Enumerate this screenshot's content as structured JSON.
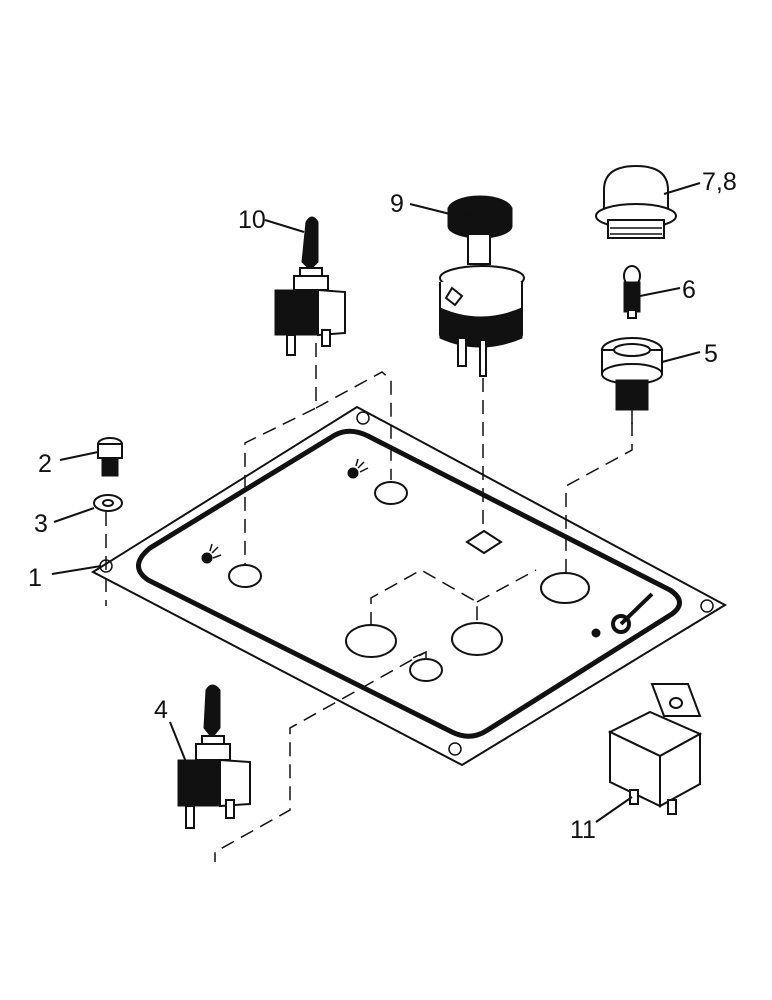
{
  "callouts": [
    {
      "id": "1",
      "label": "1"
    },
    {
      "id": "2",
      "label": "2"
    },
    {
      "id": "3",
      "label": "3"
    },
    {
      "id": "4",
      "label": "4"
    },
    {
      "id": "5",
      "label": "5"
    },
    {
      "id": "6",
      "label": "6"
    },
    {
      "id": "7_8",
      "label": "7,8"
    },
    {
      "id": "9",
      "label": "9"
    },
    {
      "id": "10",
      "label": "10"
    },
    {
      "id": "11",
      "label": "11"
    }
  ],
  "colors": {
    "ink": "#111111",
    "background": "#ffffff"
  }
}
